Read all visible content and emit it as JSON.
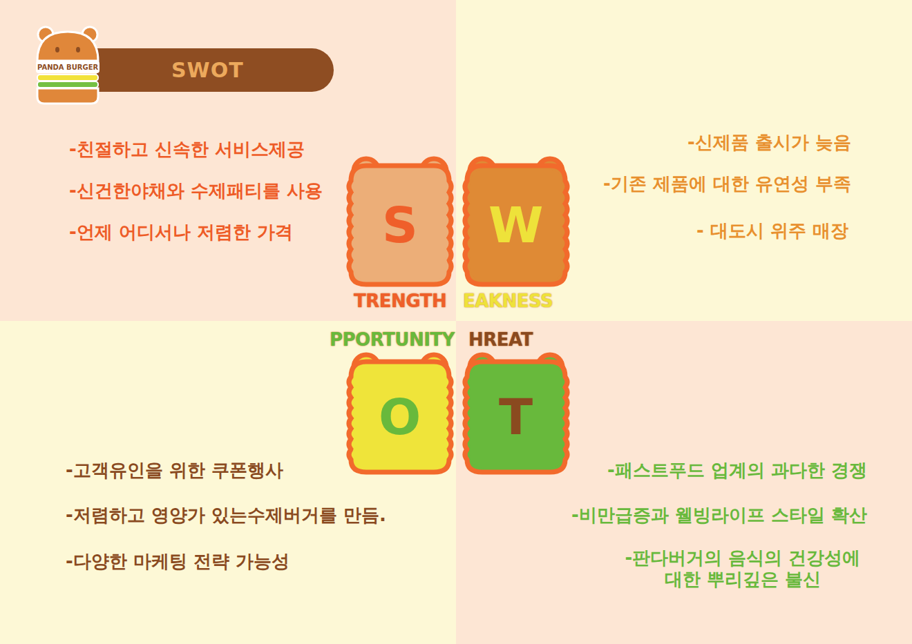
{
  "diagram": {
    "title": "SWOT",
    "nodes": [
      {
        "text": [
          "-친절하고 신속한 서비스제공",
          "-신건한야채와 수제패티를 사용",
          "-언제 어디서나 저렴한 가격"
        ]
      },
      {
        "text": [
          "S",
          "TRENGTH"
        ]
      },
      {
        "text": [
          "W",
          "EAKNESS"
        ]
      },
      {
        "text": [
          "-신제품 출시가 늦음",
          "-기존 제품에 대한 유연성 부족",
          "- 대도시 위주 매장"
        ]
      },
      {
        "text": [
          "-고객유인을 위한 쿠폰행사",
          "-저렴하고 영양가 있는수제버거를 만듬.",
          "-다양한 마케팅 전략 가능성"
        ]
      },
      {
        "text": [
          "O",
          "PPORTUNITY"
        ]
      },
      {
        "text": [
          "T",
          "HREAT"
        ]
      },
      {
        "text": [
          "-패스트푸드 업계의 과다한 경쟁",
          "-비만급증과 웰빙라이프 스타일 확산",
          "-판다버거의 음식의 건강성에대한 뿌리깊은 불신"
        ]
      }
    ],
    "labels": [
      "PANDA BURGER"
    ]
  }
}
